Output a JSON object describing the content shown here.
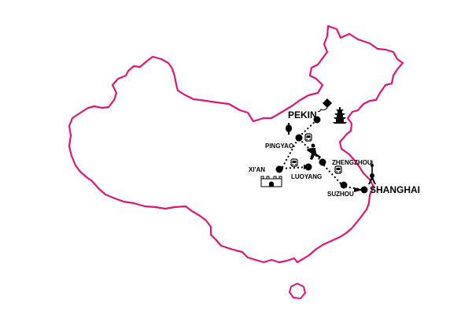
{
  "map": {
    "outline_color": "#e0157a",
    "route_color": "#000000",
    "cities": [
      {
        "id": "pekin",
        "name": "PEKIN"
      },
      {
        "id": "pingyao",
        "name": "PINGYAO"
      },
      {
        "id": "xian",
        "name": "XI'AN"
      },
      {
        "id": "luoyang",
        "name": "LUOYANG"
      },
      {
        "id": "zhengzhou",
        "name": "ZHENGZHOU"
      },
      {
        "id": "suzhou",
        "name": "SUZHOU"
      },
      {
        "id": "shanghai",
        "name": "SHANGHAI"
      }
    ],
    "icons": [
      "kite-icon",
      "pagoda-icon",
      "lantern-icon",
      "train-icon",
      "kungfu-icon",
      "city-wall-icon",
      "tv-tower-icon"
    ]
  }
}
